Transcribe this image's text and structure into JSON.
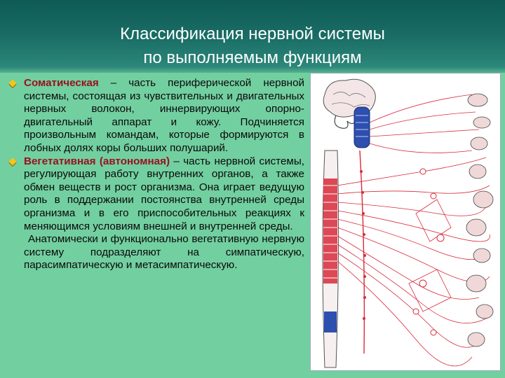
{
  "slide": {
    "title_line1": "Классификация нервной системы",
    "title_line2": "по выполняемым функциям",
    "items": [
      {
        "term": "Соматическая",
        "text": " – часть периферической нервной системы, состоящая из чувствительных и двигательных нервных волокон, иннервирующих опорно-двигательный аппарат и кожу. Подчиняется произвольным командам, которые формируются в лобных долях коры больших полушарий."
      },
      {
        "term": "Вегетативная (автономная)",
        "text": " – часть нервной системы, регулирующая работу внутренних органов, а также обмен веществ и рост организма. Она играет ведущую роль в поддержании постоянства внутренней среды организма и в его приспособительных реакциях к меняющимся условиям внешней и внутренней среды."
      }
    ],
    "paragraph": "Анатомически и функционально вегетативную нервную систему подразделяют на симпатическую, парасимпатическую и метасимпатическую."
  },
  "colors": {
    "header": "#1a6e66",
    "background": "#72cfa0",
    "bullet": "#f5c518",
    "term": "#9a1020"
  }
}
